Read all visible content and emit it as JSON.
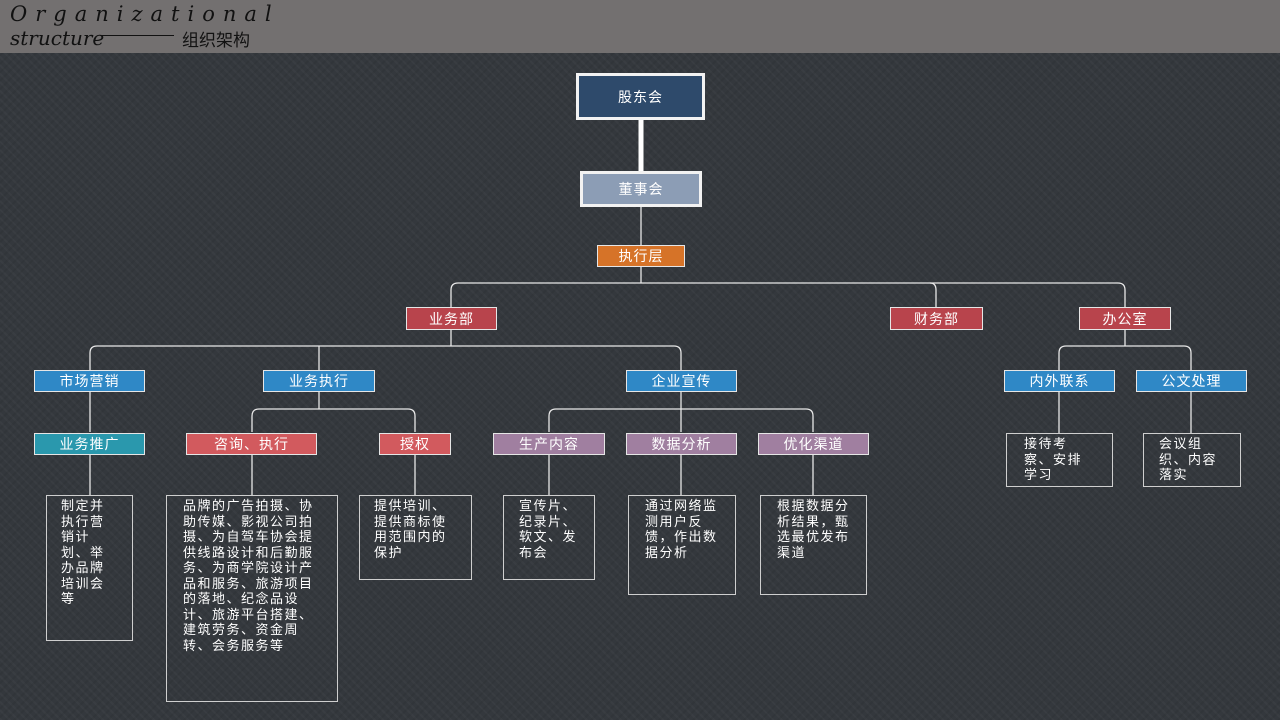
{
  "header": {
    "title_en_line1": "Organizational",
    "title_en_line2": "structure",
    "title_cn": "组织架构"
  },
  "colors": {
    "shareholders": "#2e4a6b",
    "board": "#8c9db5",
    "executive": "#d67328",
    "department": "#b8444c",
    "function": "#2f88c6",
    "promotion": "#2a98ad",
    "consult": "#d25a5e",
    "channel": "#a07fa0"
  },
  "nodes": {
    "shareholders": "股东会",
    "board": "董事会",
    "executive": "执行层",
    "business_dept": "业务部",
    "finance_dept": "财务部",
    "office": "办公室",
    "marketing": "市场营销",
    "business_exec": "业务执行",
    "corporate_pr": "企业宣传",
    "liaison": "内外联系",
    "documents": "公文处理",
    "promotion": "业务推广",
    "consult_exec": "咨询、执行",
    "authorization": "授权",
    "production": "生产内容",
    "data_analysis": "数据分析",
    "channel_opt": "优化渠道"
  },
  "descriptions": {
    "promotion": "制定并执行营销计划、举办品牌培训会等",
    "consult_exec": "品牌的广告拍摄、协助传媒、影视公司拍摄、为自驾车协会提供线路设计和后勤服务、为商学院设计产品和服务、旅游项目的落地、纪念品设计、旅游平台搭建、建筑劳务、资金周转、会务服务等",
    "authorization": "提供培训、提供商标使用范围内的保护",
    "production": "宣传片、纪录片、软文、发布会",
    "data_analysis": "通过网络监测用户反馈，作出数据分析",
    "channel_opt": "根据数据分析结果，甄选最优发布渠道",
    "liaison": "接待考察、安排学习",
    "documents": "会议组织、内容落实"
  }
}
